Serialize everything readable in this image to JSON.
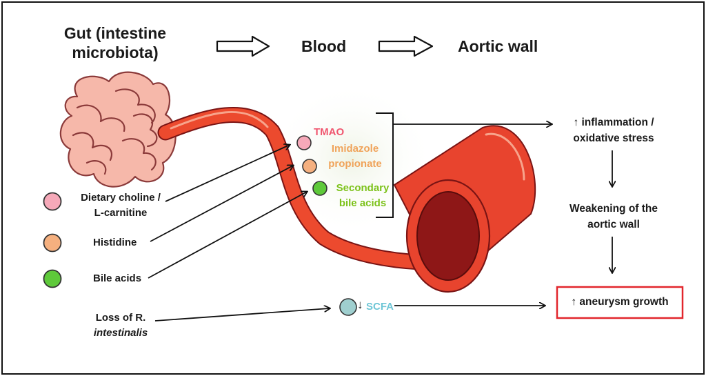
{
  "header": {
    "gut_line1": "Gut (intestine",
    "gut_line2": "microbiota)",
    "blood": "Blood",
    "aortic_wall": "Aortic wall"
  },
  "precursors": [
    {
      "line1": "Dietary choline /",
      "line2": "L-carnitine",
      "color": "#f6a9b9"
    },
    {
      "line1": "Histidine",
      "color": "#f5b07f"
    },
    {
      "line1": "Bile acids",
      "color": "#5ec93a"
    }
  ],
  "loss": {
    "line1": "Loss of R.",
    "line2": "intestinalis"
  },
  "metabolites": {
    "tmao": {
      "text": "TMAO",
      "color": "#f0566f",
      "dot": "#f6a9b9"
    },
    "imidazole_line1": "Imidazole",
    "imidazole_line2": "propionate",
    "imidazole_color": "#f0a35a",
    "imidazole_dot": "#f5b07f",
    "secondary_line1": "Secondary",
    "secondary_line2": "bile acids",
    "secondary_color": "#7cc21a",
    "secondary_dot": "#5ec93a"
  },
  "scfa": {
    "arrow": "↓",
    "text": "SCFA",
    "color": "#6ec6d6",
    "dot": "#9fcfcf"
  },
  "outcomes": {
    "inflammation_line1": "↑ inflammation /",
    "inflammation_line2": "oxidative stress",
    "weakening_line1": "Weakening of the",
    "weakening_line2": "aortic wall",
    "aneurysm": "↑ aneurysm growth",
    "aneurysm_border": "#e2262c"
  }
}
